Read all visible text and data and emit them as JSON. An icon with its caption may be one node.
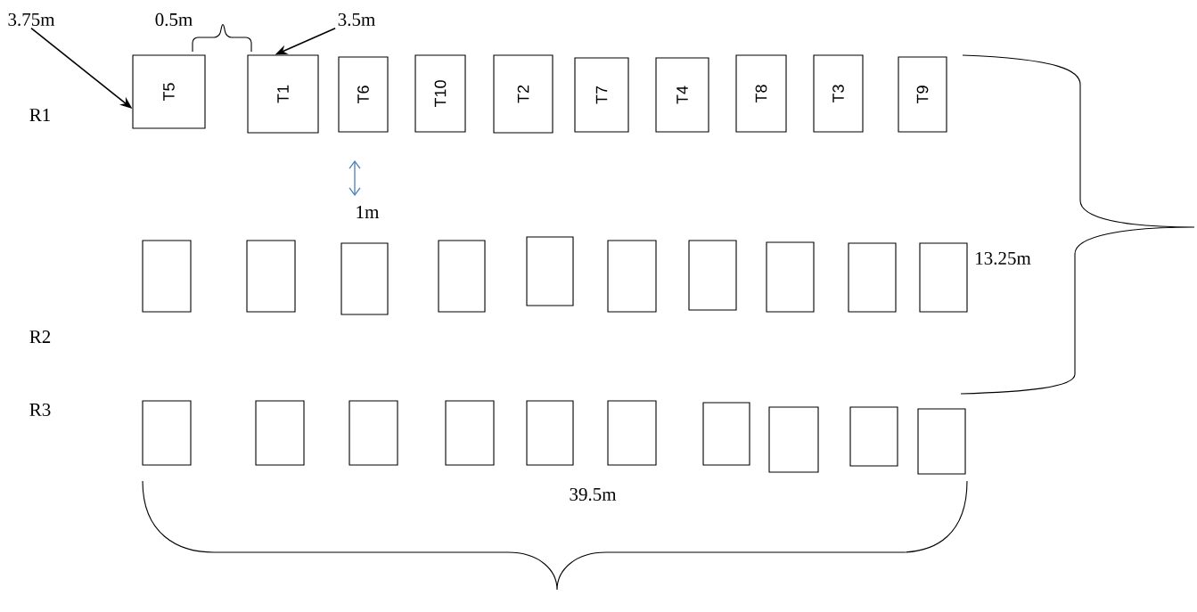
{
  "diagram": {
    "nodes": [
      {
        "text": [
          "3.75m"
        ]
      },
      {
        "text": [
          "3.5m"
        ]
      },
      {
        "text": [
          "T5"
        ]
      },
      {
        "text": [
          "T1"
        ]
      },
      {
        "text": [
          "T6"
        ]
      },
      {
        "text": [
          "T10"
        ]
      },
      {
        "text": [
          "T2"
        ]
      },
      {
        "text": [
          "T7"
        ]
      },
      {
        "text": [
          "T4"
        ]
      },
      {
        "text": [
          "T8"
        ]
      },
      {
        "text": [
          "T3"
        ]
      },
      {
        "text": [
          "T9"
        ]
      },
      {
        "text": [],
        "shape": "box"
      },
      {
        "text": [],
        "shape": "box"
      },
      {
        "text": [],
        "shape": "box"
      },
      {
        "text": [],
        "shape": "box"
      },
      {
        "text": [],
        "shape": "box"
      },
      {
        "text": [],
        "shape": "box"
      },
      {
        "text": [],
        "shape": "box"
      },
      {
        "text": [],
        "shape": "box"
      },
      {
        "text": [],
        "shape": "box"
      },
      {
        "text": [],
        "shape": "box"
      },
      {
        "text": [],
        "shape": "box"
      },
      {
        "text": [],
        "shape": "box"
      },
      {
        "text": [],
        "shape": "box"
      },
      {
        "text": [],
        "shape": "box"
      },
      {
        "text": [],
        "shape": "box"
      },
      {
        "text": [],
        "shape": "box"
      },
      {
        "text": [],
        "shape": "box"
      },
      {
        "text": [],
        "shape": "box"
      },
      {
        "text": [],
        "shape": "box"
      },
      {
        "text": [],
        "shape": "box"
      }
    ],
    "edges": [
      {
        "from": 0,
        "to": 2,
        "arrow": "to"
      },
      {
        "from": 1,
        "to": 3,
        "arrow": "to"
      }
    ],
    "labels": [
      "0.5m",
      "R1",
      "1m",
      "13.25m",
      "R2",
      "R3",
      "39.5m"
    ]
  }
}
